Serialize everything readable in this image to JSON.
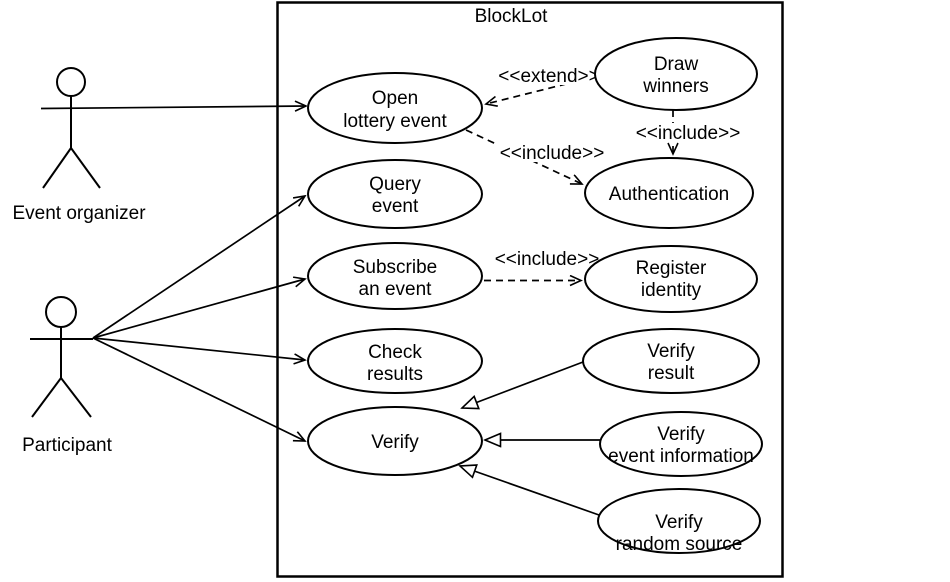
{
  "diagram": {
    "title": "BlockLot",
    "actors": {
      "organizer": {
        "label": "Event organizer"
      },
      "participant": {
        "label": "Participant"
      }
    },
    "use_cases": {
      "open_lottery_event": {
        "line1": "Open",
        "line2": "lottery event"
      },
      "query_event": {
        "line1": "Query",
        "line2": "event"
      },
      "subscribe_an_event": {
        "line1": "Subscribe",
        "line2": "an event"
      },
      "check_results": {
        "line1": "Check",
        "line2": "results"
      },
      "verify": {
        "line1": "Verify"
      },
      "draw_winners": {
        "line1": "Draw",
        "line2": "winners"
      },
      "authentication": {
        "line1": "Authentication"
      },
      "register_identity": {
        "line1": "Register",
        "line2": "identity"
      },
      "verify_result": {
        "line1": "Verify",
        "line2": "result"
      },
      "verify_event_information": {
        "line1": "Verify",
        "line2": "event information"
      },
      "verify_random_source": {
        "line1": "Verify",
        "line2": "random source"
      }
    },
    "stereotypes": {
      "extend_draw_open": "<<extend>>",
      "include_open_auth": "<<include>>",
      "include_draw_auth": "<<include>>",
      "include_subscribe_register": "<<include>>"
    },
    "colors": {
      "stroke": "#000000",
      "background": "#ffffff"
    }
  }
}
